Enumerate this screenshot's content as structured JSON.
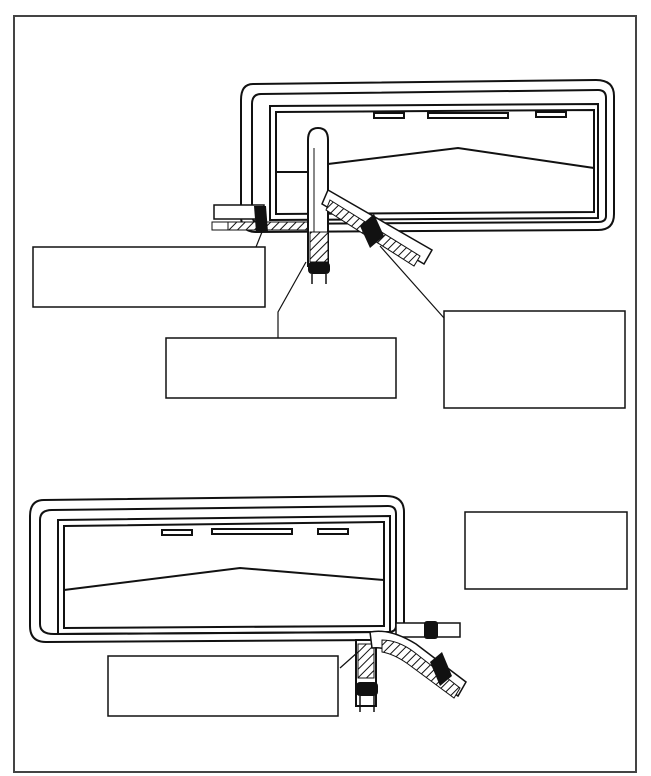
{
  "figure": {
    "frame_color": "#444444",
    "line_color": "#111111",
    "band_color": "#111111",
    "background": "#ffffff"
  },
  "top_diagram": {
    "callouts": [
      {
        "id": "left",
        "text": ""
      },
      {
        "id": "center",
        "text": ""
      },
      {
        "id": "right",
        "text": ""
      }
    ]
  },
  "bottom_diagram": {
    "callouts": [
      {
        "id": "upper-right",
        "text": ""
      },
      {
        "id": "lower-left",
        "text": ""
      }
    ]
  }
}
